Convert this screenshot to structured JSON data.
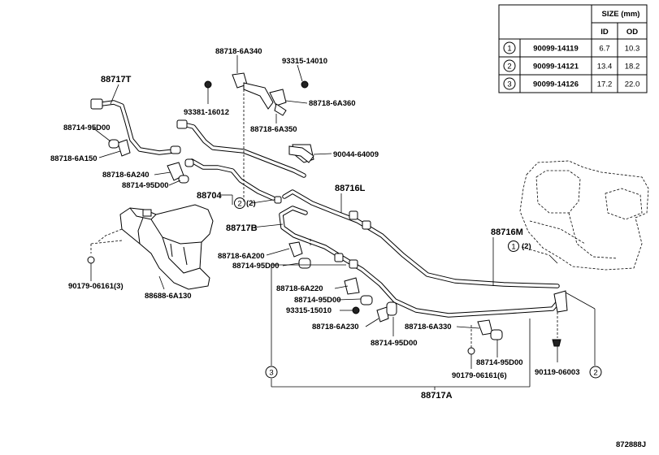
{
  "size_table": {
    "header": "SIZE (mm)",
    "col_id": "ID",
    "col_od": "OD",
    "rows": [
      {
        "mark": "1",
        "part": "90099-14119",
        "id": "6.7",
        "od": "10.3"
      },
      {
        "mark": "2",
        "part": "90099-14121",
        "id": "13.4",
        "od": "18.2"
      },
      {
        "mark": "3",
        "part": "90099-14126",
        "id": "17.2",
        "od": "22.0"
      }
    ]
  },
  "labels": {
    "p88717T": "88717T",
    "p88718_6A340": "88718-6A340",
    "p93315_14010": "93315-14010",
    "p93381_16012": "93381-16012",
    "p88718_6A360": "88718-6A360",
    "p88718_6A350": "88718-6A350",
    "p88714_95D00_a": "88714-95D00",
    "p88718_6A150": "88718-6A150",
    "p90044_64009": "90044-64009",
    "p88718_6A240": "88718-6A240",
    "p88714_95D00_b": "88714-95D00",
    "p88704": "88704",
    "p2_mark_a": "2",
    "p2_paren_a": "(2)",
    "p88716L": "88716L",
    "p88717B": "88717B",
    "p88716M": "88716M",
    "p1_mark": "1",
    "p1_paren": "(2)",
    "p88718_6A200": "88718-6A200",
    "p88714_95D00_c": "88714-95D00",
    "p90179_06161_3": "90179-06161(3)",
    "p88688_6A130": "88688-6A130",
    "p88718_6A220": "88718-6A220",
    "p88714_95D00_d": "88714-95D00",
    "p93315_15010": "93315-15010",
    "p88718_6A230": "88718-6A230",
    "p88718_6A330": "88718-6A330",
    "p88714_95D00_e": "88714-95D00",
    "p88714_95D00_f": "88714-95D00",
    "p90179_06161_6": "90179-06161(6)",
    "p90119_06003": "90119-06003",
    "p2_mark_b": "2",
    "p3_mark": "3",
    "p88717A": "88717A",
    "drawing_no": "872888J"
  }
}
